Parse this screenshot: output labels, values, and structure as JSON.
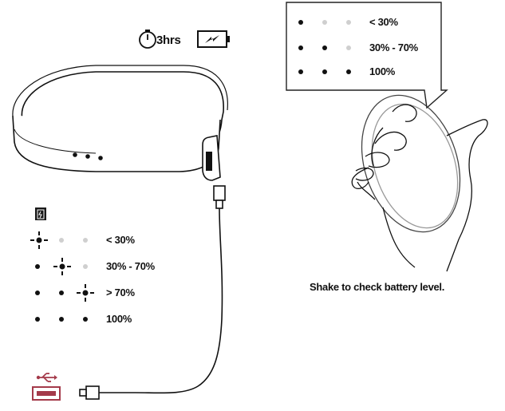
{
  "charging": {
    "duration_label": "3hrs",
    "icons": [
      "timer-icon",
      "battery-charging-icon",
      "usb-icon",
      "usb-port-icon",
      "usb-plug-icon"
    ]
  },
  "legend_left": {
    "rows": [
      {
        "label": "< 30%"
      },
      {
        "label": "30% - 70%"
      },
      {
        "label": "> 70%"
      },
      {
        "label": "100%"
      }
    ]
  },
  "legend_right": {
    "rows": [
      {
        "label": "< 30%"
      },
      {
        "label": "30% - 70%"
      },
      {
        "label": "100%"
      }
    ]
  },
  "caption": "Shake to check battery level.",
  "colors": {
    "accent": "#a43a4a",
    "ink": "#111111",
    "pale_led": "#cfcfcf"
  }
}
